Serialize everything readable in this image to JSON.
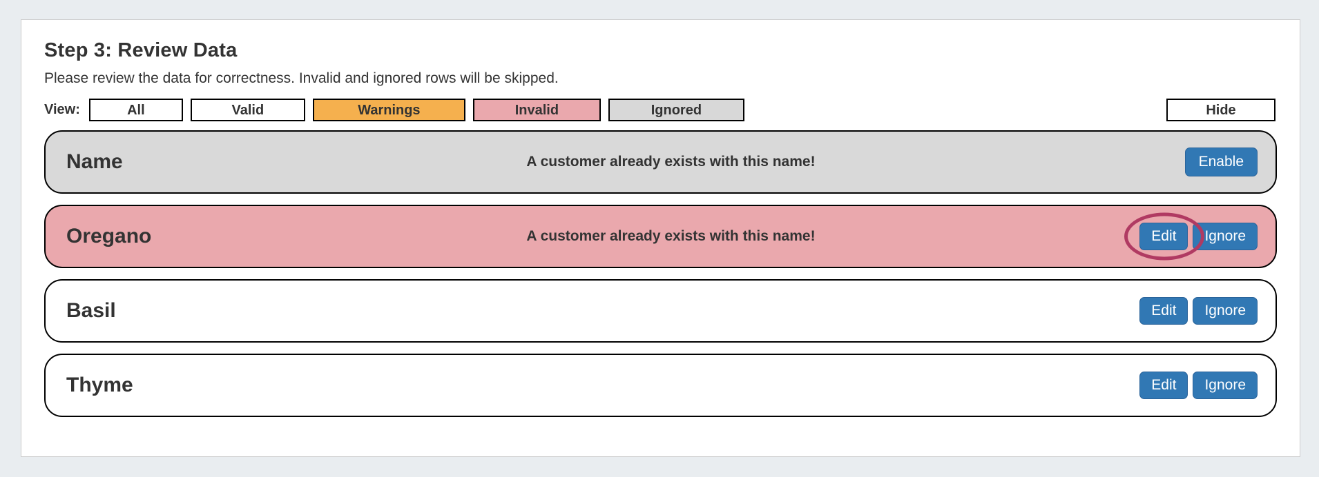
{
  "header": {
    "title": "Step 3: Review Data",
    "subtitle": "Please review the data for correctness. Invalid and ignored rows will be skipped."
  },
  "filter_bar": {
    "label": "View:",
    "buttons": [
      {
        "label": "All",
        "bg": "#ffffff"
      },
      {
        "label": "Valid",
        "bg": "#ffffff"
      },
      {
        "label": "Warnings",
        "bg": "#f5b04e"
      },
      {
        "label": "Invalid",
        "bg": "#eaa8ad"
      },
      {
        "label": "Ignored",
        "bg": "#d8d8d8"
      }
    ],
    "hide_button": "Hide"
  },
  "rows": [
    {
      "name": "Name",
      "status": "ignored",
      "message": "A customer already exists with this name!",
      "buttons": [
        "Enable"
      ]
    },
    {
      "name": "Oregano",
      "status": "invalid",
      "message": "A customer already exists with this name!",
      "buttons": [
        "Edit",
        "Ignore"
      ],
      "annotation": "edit-button-circled"
    },
    {
      "name": "Basil",
      "status": "valid",
      "message": "",
      "buttons": [
        "Edit",
        "Ignore"
      ]
    },
    {
      "name": "Thyme",
      "status": "valid",
      "message": "",
      "buttons": [
        "Edit",
        "Ignore"
      ]
    }
  ],
  "colors": {
    "page_background": "#e9edf0",
    "panel_background": "#ffffff",
    "panel_border": "#cccccc",
    "row_border": "#000000",
    "ignored_background": "#d9d9d9",
    "invalid_background": "#eaa8ad",
    "warning_background": "#f5b04e",
    "primary_button": "#3178b4",
    "annotation_circle": "#b03a62",
    "text": "#333333"
  }
}
